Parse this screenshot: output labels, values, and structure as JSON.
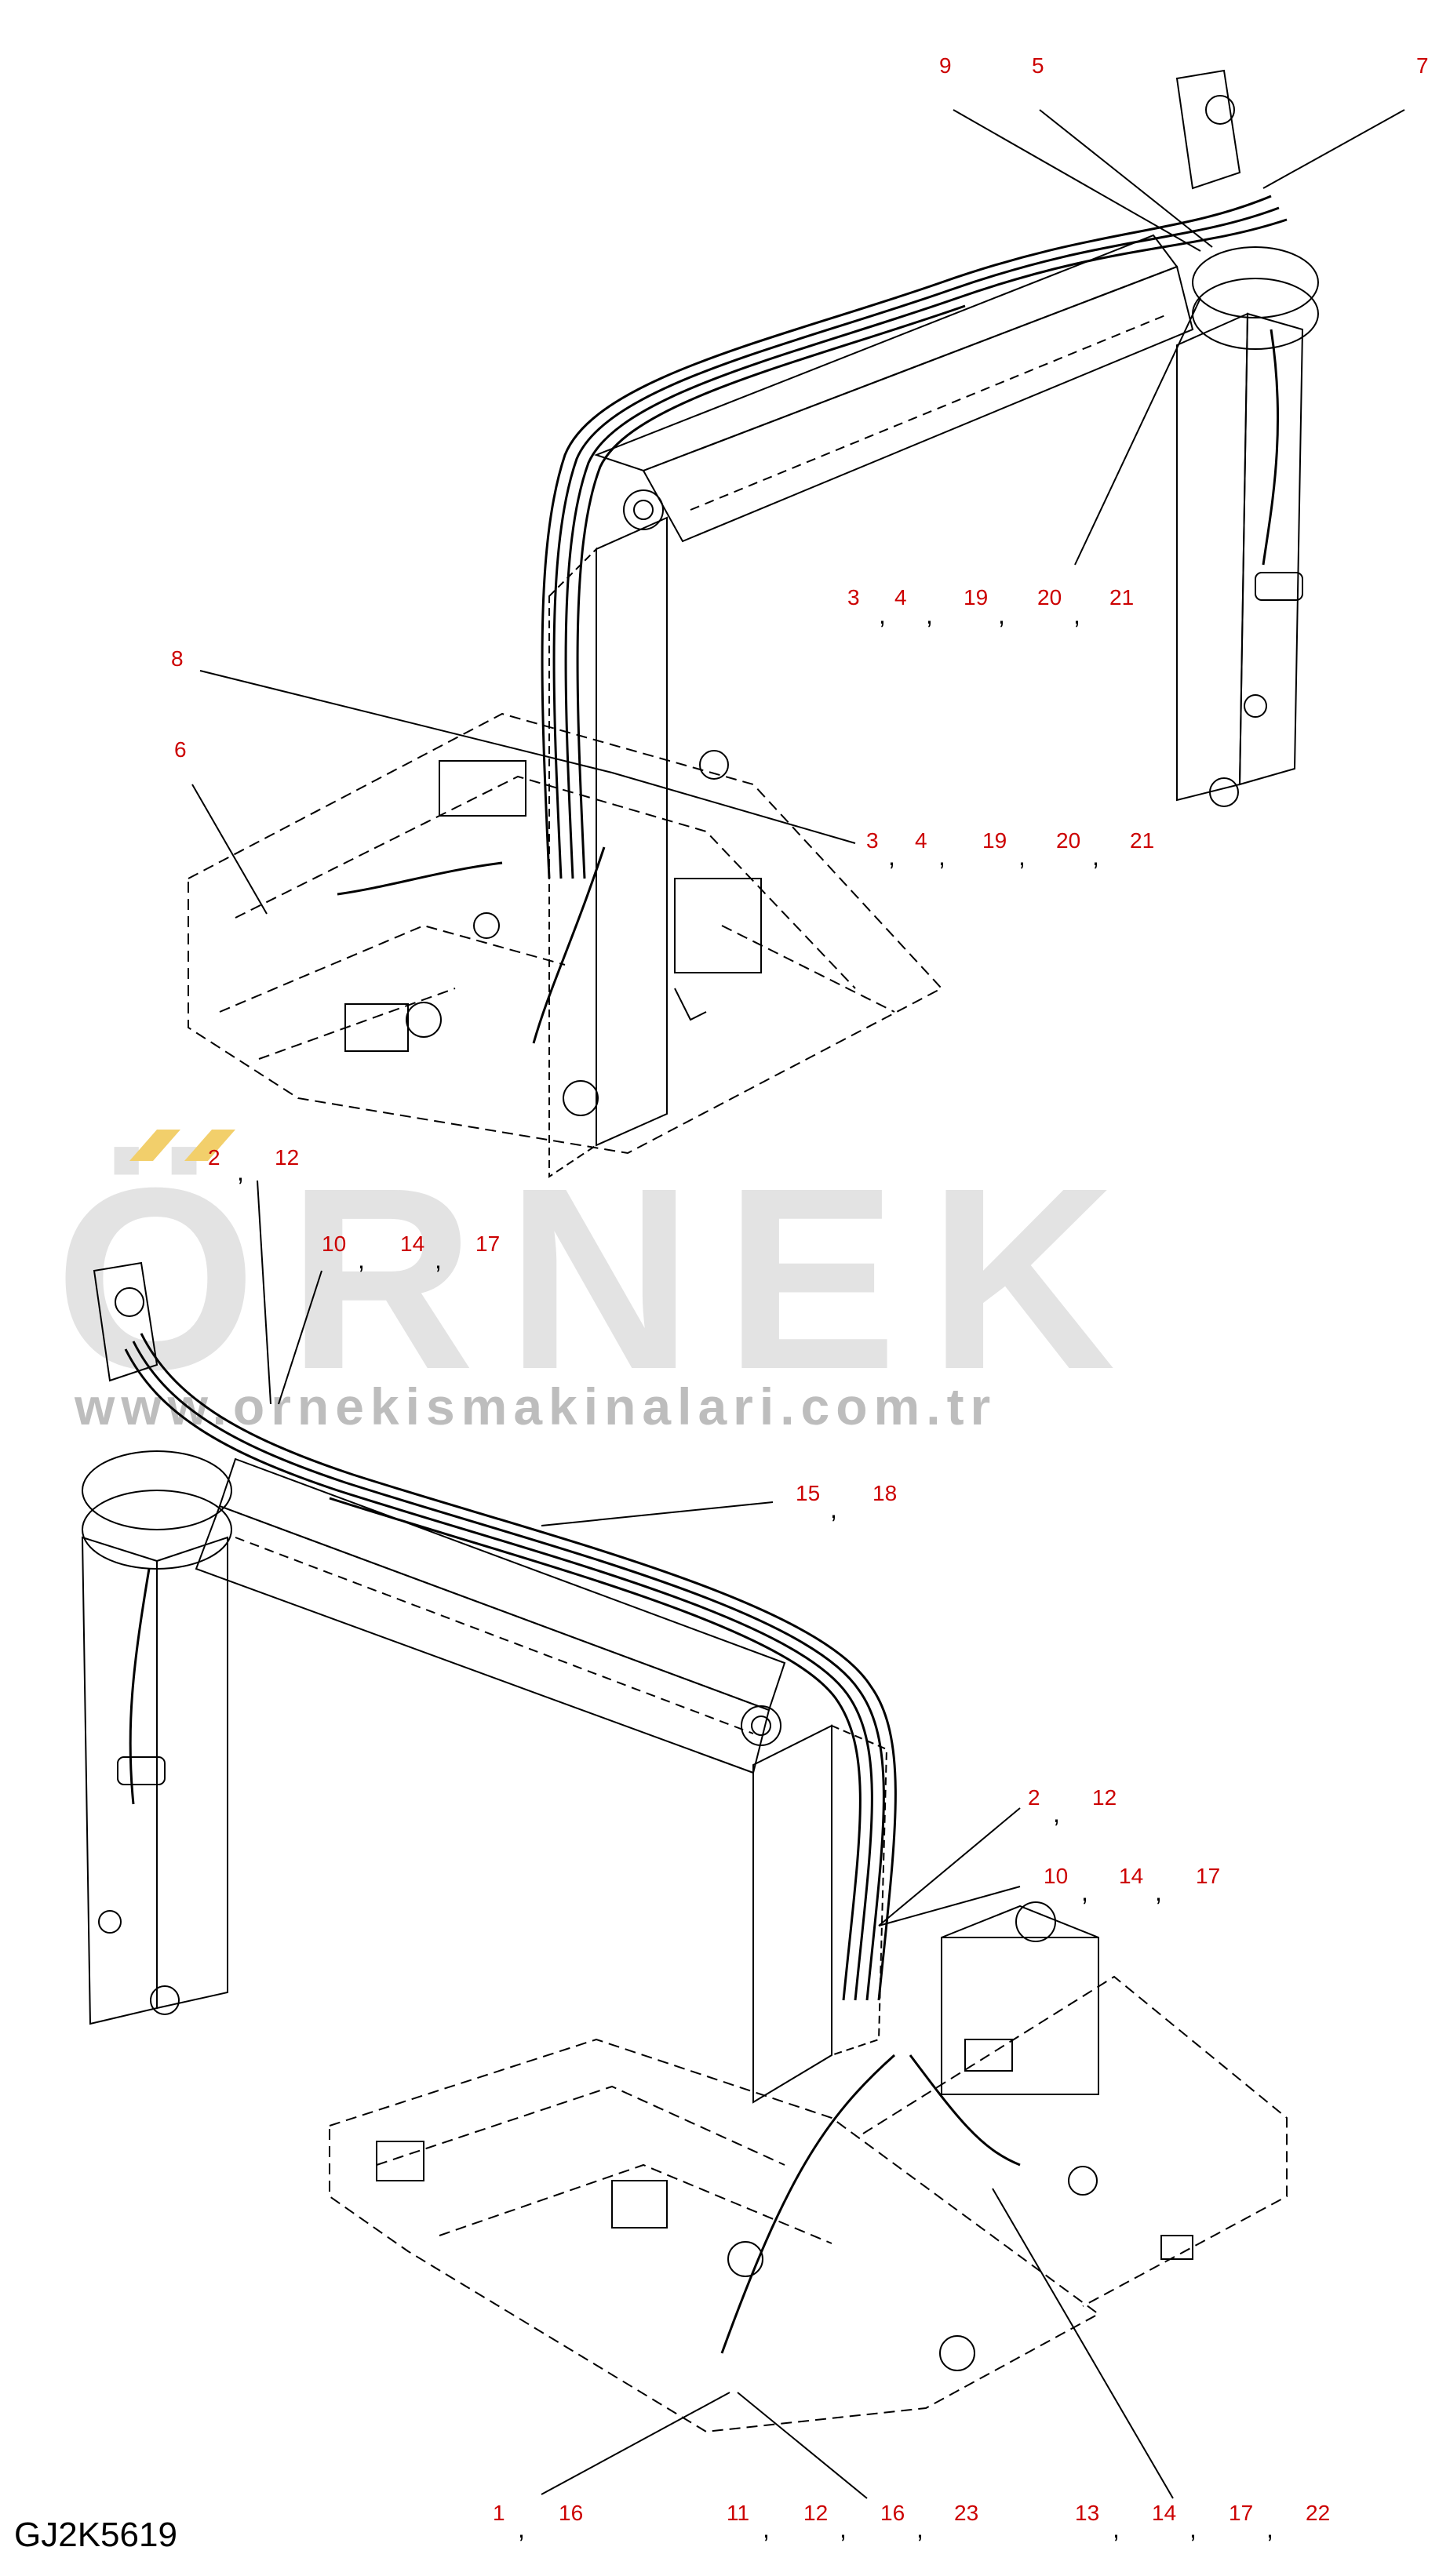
{
  "watermark": {
    "brand": "ÖRNEK",
    "url": "www.ornekismakinalari.com.tr",
    "brand_color": "#e3e3e3",
    "accent_color": "#f2cf6b"
  },
  "drawing_code": "GJ2K5619",
  "colors": {
    "callout": "#cc0000",
    "line": "#000000"
  },
  "callouts_top": {
    "c9": "9",
    "c5": "5",
    "c7": "7",
    "c8": "8",
    "c6": "6",
    "g1": [
      "3",
      "4",
      "19",
      "20",
      "21"
    ],
    "g2": [
      "3",
      "4",
      "19",
      "20",
      "21"
    ]
  },
  "callouts_bottom": {
    "g_2_12_a": [
      "2",
      "12"
    ],
    "g_10_14_17_a": [
      "10",
      "14",
      "17"
    ],
    "g_15_18": [
      "15",
      "18"
    ],
    "g_2_12_b": [
      "2",
      "12"
    ],
    "g_10_14_17_b": [
      "10",
      "14",
      "17"
    ],
    "g_1_16": [
      "1",
      "16"
    ],
    "g_11_12_16_23": [
      "11",
      "12",
      "16",
      "23"
    ],
    "g_13_14_17_22": [
      "13",
      "14",
      "17",
      "22"
    ]
  }
}
